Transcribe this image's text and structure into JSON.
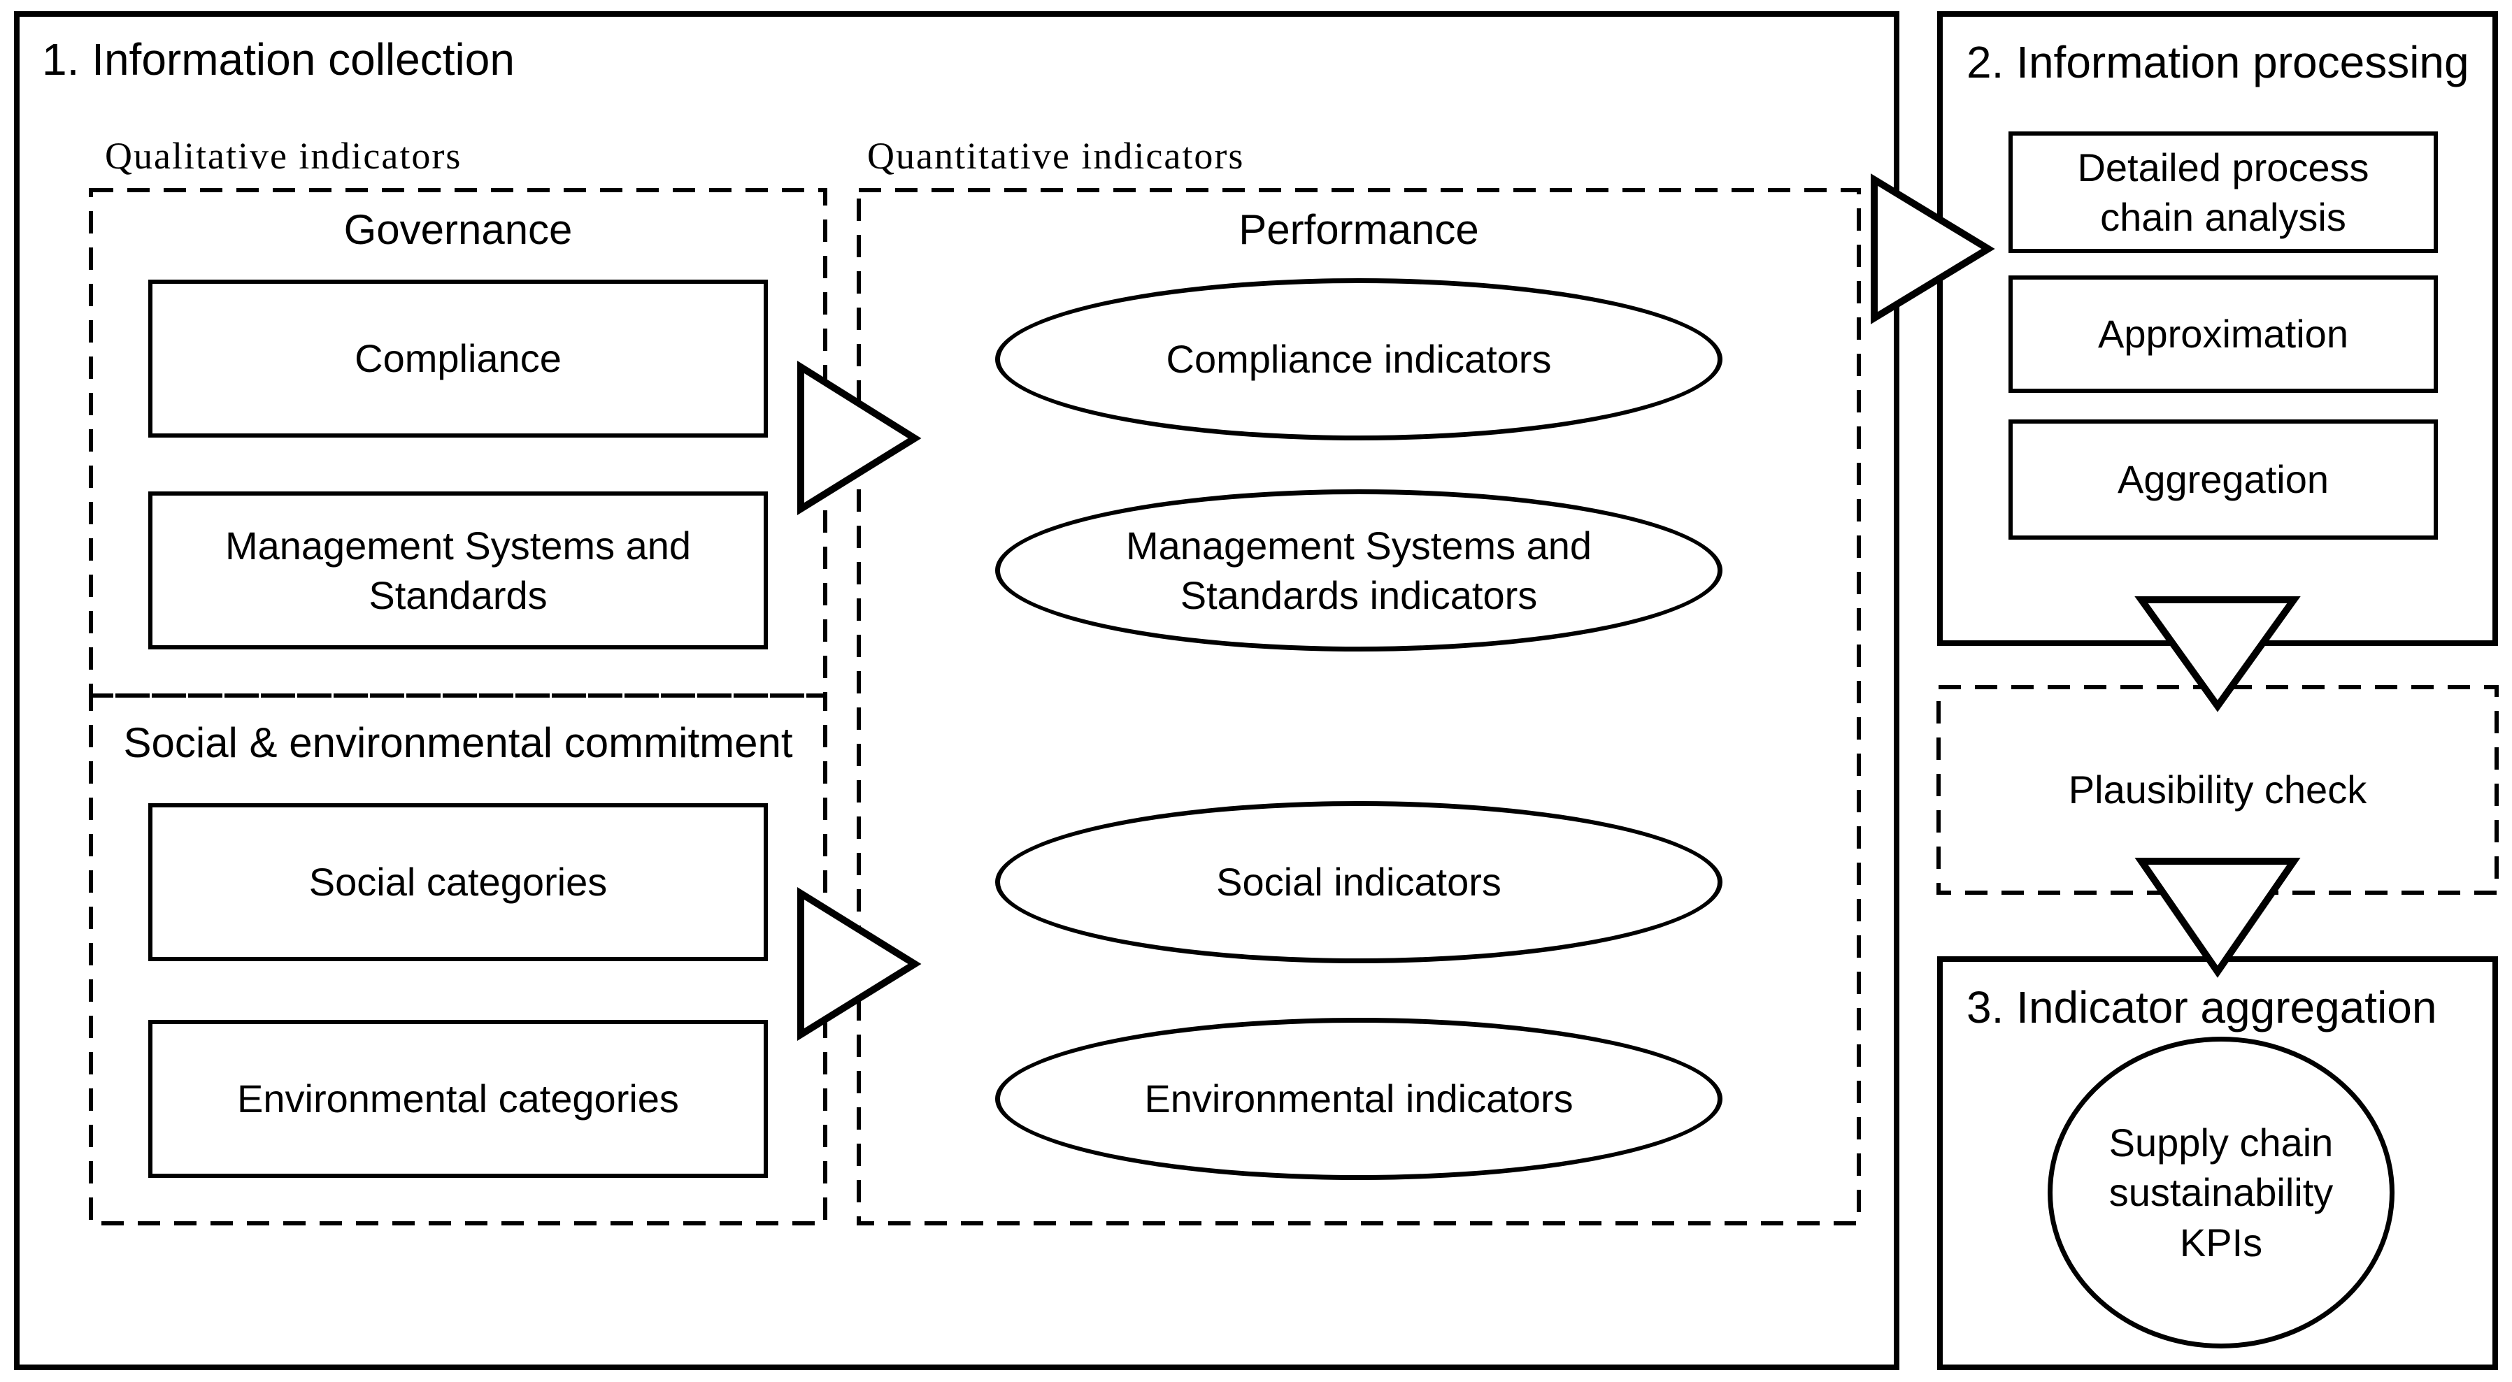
{
  "colors": {
    "background": "#ffffff",
    "line": "#000000"
  },
  "collection": {
    "title": "1. Information collection",
    "qualitative": {
      "label": "Qualitative indicators",
      "governance": {
        "heading": "Governance",
        "compliance": "Compliance",
        "management_systems": "Management Systems and Standards"
      },
      "commitment": {
        "heading": "Social & environmental commitment",
        "social": "Social categories",
        "environmental": "Environmental categories"
      }
    },
    "quantitative": {
      "label": "Quantitative indicators",
      "heading": "Performance",
      "ellipses": [
        "Compliance indicators",
        "Management Systems and Standards indicators",
        "Social indicators",
        "Environmental indicators"
      ]
    }
  },
  "processing": {
    "title": "2. Information processing",
    "steps": [
      "Detailed process chain analysis",
      "Approximation",
      "Aggregation"
    ]
  },
  "plausibility": {
    "label": "Plausibility check"
  },
  "aggregation": {
    "title": "3. Indicator aggregation",
    "kpi": "Supply chain sustainability KPIs"
  }
}
